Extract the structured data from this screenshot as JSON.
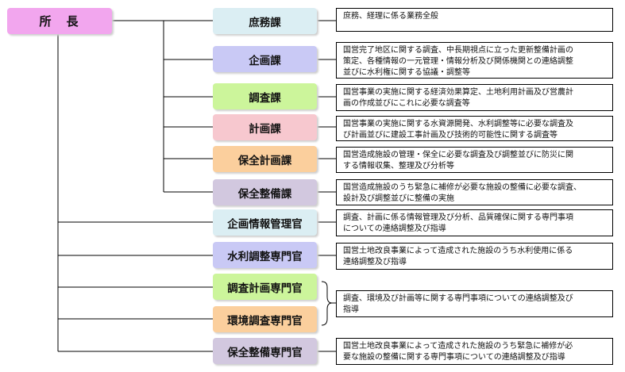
{
  "chief": {
    "label": "所　長"
  },
  "units": [
    {
      "key": "shomu",
      "label": "庶務課",
      "color": "#dbeef3"
    },
    {
      "key": "kikaku",
      "label": "企画課",
      "color": "#c9c9f5"
    },
    {
      "key": "chosa",
      "label": "調査課",
      "color": "#ccf59b"
    },
    {
      "key": "keikaku",
      "label": "計画課",
      "color": "#f7c8cf"
    },
    {
      "key": "hozen-keikaku",
      "label": "保全計画課",
      "color": "#fbcf9d"
    },
    {
      "key": "hozen-seibi",
      "label": "保全整備課",
      "color": "#d2c8df"
    },
    {
      "key": "kikaku-joho",
      "label": "企画情報管理官",
      "color": "#dbeef3"
    },
    {
      "key": "suiri-chosei",
      "label": "水利調整専門官",
      "color": "#c9c9f5"
    },
    {
      "key": "chosa-keikaku",
      "label": "調査計画専門官",
      "color": "#ccf59b"
    },
    {
      "key": "kankyo-chosa",
      "label": "環境調査専門官",
      "color": "#fbcf9d"
    },
    {
      "key": "hozen-seibi-senmon",
      "label": "保全整備専門官",
      "color": "#d2c8df"
    }
  ],
  "descriptions": [
    {
      "lines": [
        "庶務、経理に係る業務全般"
      ]
    },
    {
      "lines": [
        "国営完了地区に関する調査、中長期視点に立った更新整備計画の",
        "策定、各種情報の一元管理・情報分析及び関係機関との連絡調整",
        "並びに水利権に関する協議・調整等"
      ]
    },
    {
      "lines": [
        "国営事業の実施に関する経済効果算定、土地利用計画及び営農計",
        "画の作成並びにこれに必要な調査等"
      ]
    },
    {
      "lines": [
        "国営事業の実施に関する水資源開発、水利調整等に必要な調査及",
        "び計画並びに建設工事計画及び技術的可能性に関する調査等"
      ]
    },
    {
      "lines": [
        "国営造成施設の管理・保全に必要な調査及び調整並びに防災に関",
        "する情報収集、整理及び分析等"
      ]
    },
    {
      "lines": [
        "国営造成施設のうち緊急に補修が必要な施設の整備に必要な調査、",
        "設計及び調整並びに整備の実施"
      ]
    },
    {
      "lines": [
        "調査、計画に係る情報管理及び分析、品質確保に関する専門事項",
        "についての連絡調整及び指導"
      ]
    },
    {
      "lines": [
        "国営土地改良事業によって造成された施設のうち水利使用に係る",
        "連絡調整及び指導"
      ]
    },
    {
      "lines": [
        "調査、環境及び計画等に関する専門事項についての連絡調整及び",
        "指導"
      ]
    },
    {
      "lines": [
        "国営土地改良事業によって造成された施設のうち緊急に補修が必",
        "要な施設の整備に関する専門事項についての連絡調整及び指導"
      ]
    }
  ]
}
